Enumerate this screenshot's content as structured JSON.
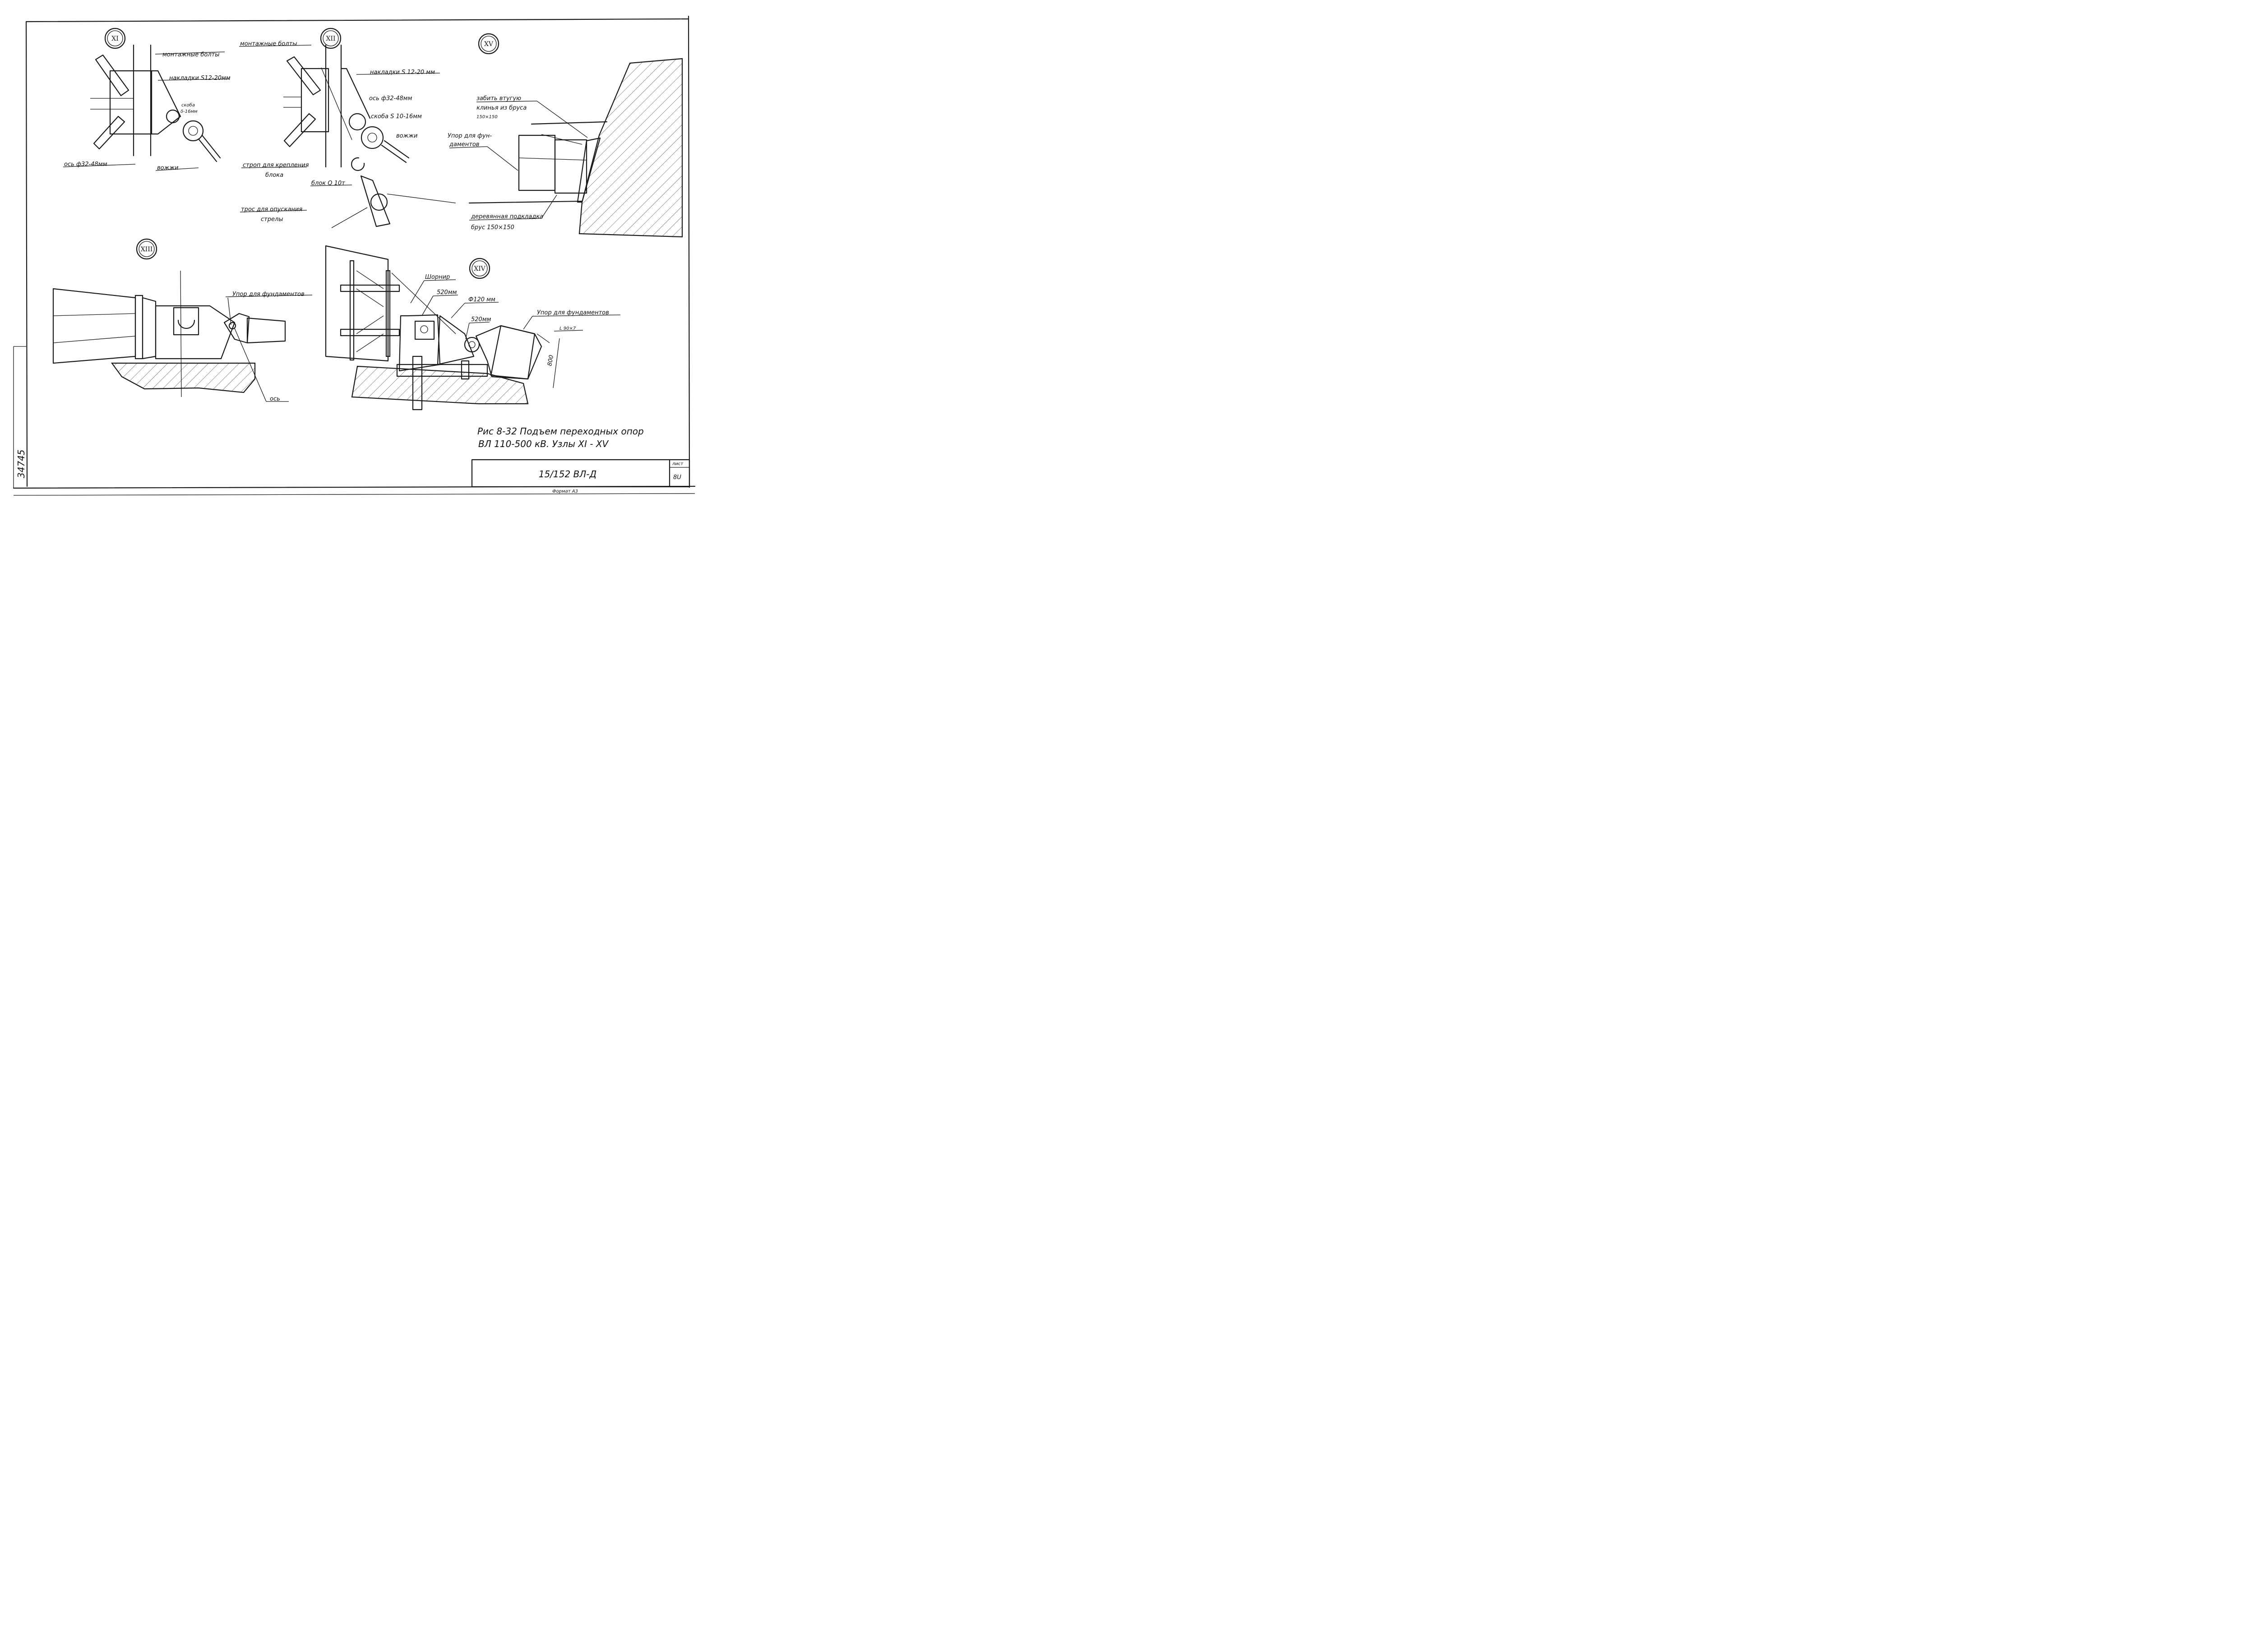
{
  "nodes": {
    "n11": "XI",
    "n12": "XII",
    "n15": "XV",
    "n13": "XIII",
    "n14": "XIV"
  },
  "node11": {
    "mounting_bolts": "монтажные болты",
    "plates": "накладки S12-20мм",
    "bracket": "скоба",
    "bracket_size": "δ-16мм",
    "axis": "ось ф32-48мм",
    "reins": "вожжи"
  },
  "node12": {
    "mounting_bolts": "монтажные болты",
    "plates": "накладки S 12-20 мм",
    "axis": "ось ф32-48мм",
    "bracket": "скоба S 10-16мм",
    "reins": "вожжи",
    "sling_line1": "строп для крепления",
    "sling_line2": "блока",
    "block": "блок Q 10т",
    "cable_line1": "трос для опускания",
    "cable_line2": "стрелы"
  },
  "node15": {
    "wedge_line1": "забить втугую",
    "wedge_line2": "клинья из бруса",
    "wedge_line3": "150×150",
    "stop_line1": "Упор для фун-",
    "stop_line2": "даментов",
    "pad": "деревянная подкладка",
    "beam": "брус 150×150"
  },
  "node13": {
    "stop": "Упор для фундаментов",
    "axis": "ось"
  },
  "node14": {
    "hinge": "Шорнир",
    "dim1": "520мм",
    "diameter": "Ф120 мм",
    "dim2": "520мм",
    "stop": "Упор для фундаментов",
    "angle": "L 90×7",
    "height": "800"
  },
  "caption": {
    "line1": "Рис 8-32 Подъем переходных опор",
    "line2": "ВЛ 110-500 кВ.  Узлы XI - XV"
  },
  "title_block": {
    "code": "15/152 ВЛ-Д",
    "sheet_label": "лист",
    "sheet_number": "8U",
    "format": "Формат А3"
  },
  "side_stamp": {
    "number": "34745"
  }
}
